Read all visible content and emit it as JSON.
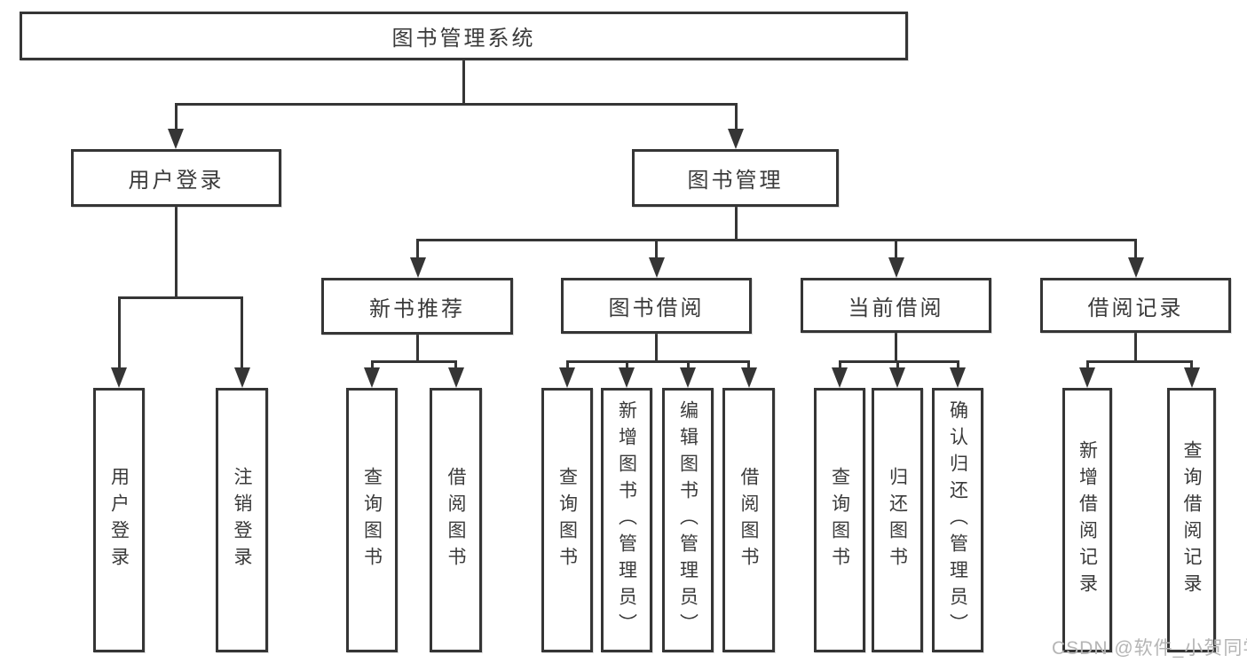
{
  "tree": {
    "label": "图书管理系统",
    "children": [
      {
        "label": "用户登录",
        "children": [
          {
            "label": "用户登录"
          },
          {
            "label": "注销登录"
          }
        ]
      },
      {
        "label": "图书管理",
        "children": [
          {
            "label": "新书推荐",
            "children": [
              {
                "label": "查询图书"
              },
              {
                "label": "借阅图书"
              }
            ]
          },
          {
            "label": "图书借阅",
            "children": [
              {
                "label": "查询图书"
              },
              {
                "label": "新增图书（管理员）"
              },
              {
                "label": "编辑图书（管理员）"
              },
              {
                "label": "借阅图书"
              }
            ]
          },
          {
            "label": "当前借阅",
            "children": [
              {
                "label": "查询图书"
              },
              {
                "label": "归还图书"
              },
              {
                "label": "确认归还（管理员）"
              }
            ]
          },
          {
            "label": "借阅记录",
            "children": [
              {
                "label": "新增借阅记录"
              },
              {
                "label": "查询借阅记录"
              }
            ]
          }
        ]
      }
    ]
  },
  "watermark": {
    "text": "CSDN @软件_小贺同学"
  },
  "colors": {
    "line": "#353535",
    "box_border": "#353535",
    "text": "#3a3a3a",
    "watermark": "#b5b5b5",
    "background": "#ffffff"
  }
}
